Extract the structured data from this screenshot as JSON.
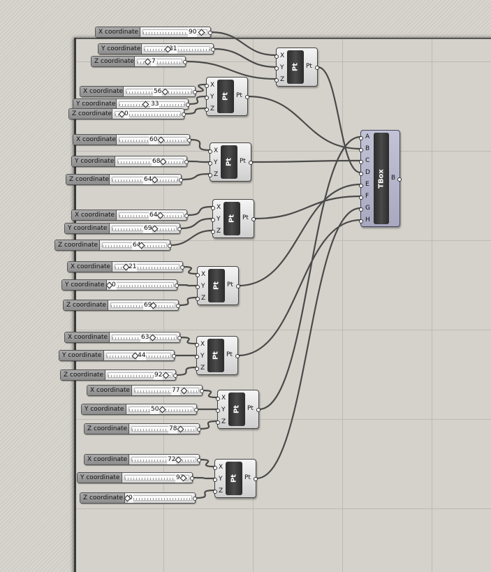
{
  "sliders": [
    {
      "label": "X coordinate",
      "value": "90"
    },
    {
      "label": "Y coordinate",
      "value": "31"
    },
    {
      "label": "Z coordinate",
      "value": "7"
    },
    {
      "label": "X coordinate",
      "value": "56"
    },
    {
      "label": "Y coordinate",
      "value": "33"
    },
    {
      "label": "Z coordinate",
      "value": "0"
    },
    {
      "label": "X coordinate",
      "value": "60"
    },
    {
      "label": "Y coordinate",
      "value": "68"
    },
    {
      "label": "Z coordinate",
      "value": "64"
    },
    {
      "label": "X coordinate",
      "value": "64"
    },
    {
      "label": "Y coordinate",
      "value": "69"
    },
    {
      "label": "Z coordinate",
      "value": "64"
    },
    {
      "label": "X coordinate",
      "value": "21"
    },
    {
      "label": "Y coordinate",
      "value": "0"
    },
    {
      "label": "Z coordinate",
      "value": "69"
    },
    {
      "label": "X coordinate",
      "value": "63"
    },
    {
      "label": "Y coordinate",
      "value": "44"
    },
    {
      "label": "Z coordinate",
      "value": "92"
    },
    {
      "label": "X coordinate",
      "value": "77"
    },
    {
      "label": "Y coordinate",
      "value": "50"
    },
    {
      "label": "Z coordinate",
      "value": "78"
    },
    {
      "label": "X coordinate",
      "value": "72"
    },
    {
      "label": "Y coordinate",
      "value": "93"
    },
    {
      "label": "Z coordinate",
      "value": "0"
    }
  ],
  "pt": {
    "name": "Pt",
    "inputs": [
      "X",
      "Y",
      "Z"
    ],
    "output": "Pt"
  },
  "tbox": {
    "name": "TBox",
    "inputs": [
      "A",
      "B",
      "C",
      "D",
      "E",
      "F",
      "G",
      "H"
    ],
    "output": "B"
  }
}
